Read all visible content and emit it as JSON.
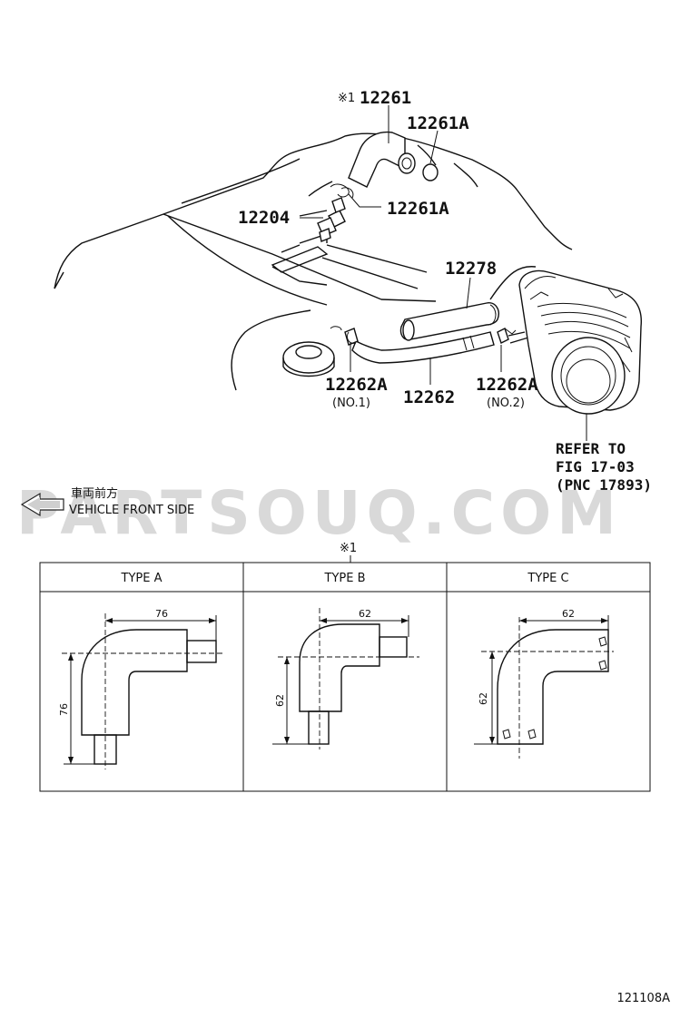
{
  "callouts": {
    "p12261": "12261",
    "p12261_mark": "※1",
    "p12261A_top": "12261A",
    "p12261A_mid": "12261A",
    "p12204": "12204",
    "p12278": "12278",
    "p12262A_no1": "12262A",
    "p12262A_no1_sub": "(NO.1)",
    "p12262": "12262",
    "p12262A_no2": "12262A",
    "p12262A_no2_sub": "(NO.2)"
  },
  "refer": {
    "line1": "REFER TO",
    "line2": "FIG 17-03",
    "line3": "(PNC 17893)"
  },
  "front_note": {
    "japanese": "車両前方",
    "english": "VEHICLE FRONT SIDE"
  },
  "watermark": "PARTSOUQ.COM",
  "table": {
    "mark": "※1",
    "type_a": {
      "header": "TYPE A",
      "dim_h": "76",
      "dim_v": "76"
    },
    "type_b": {
      "header": "TYPE B",
      "dim_h": "62",
      "dim_v": "62"
    },
    "type_c": {
      "header": "TYPE C",
      "dim_h": "62",
      "dim_v": "62"
    }
  },
  "figure_id": "121108A"
}
